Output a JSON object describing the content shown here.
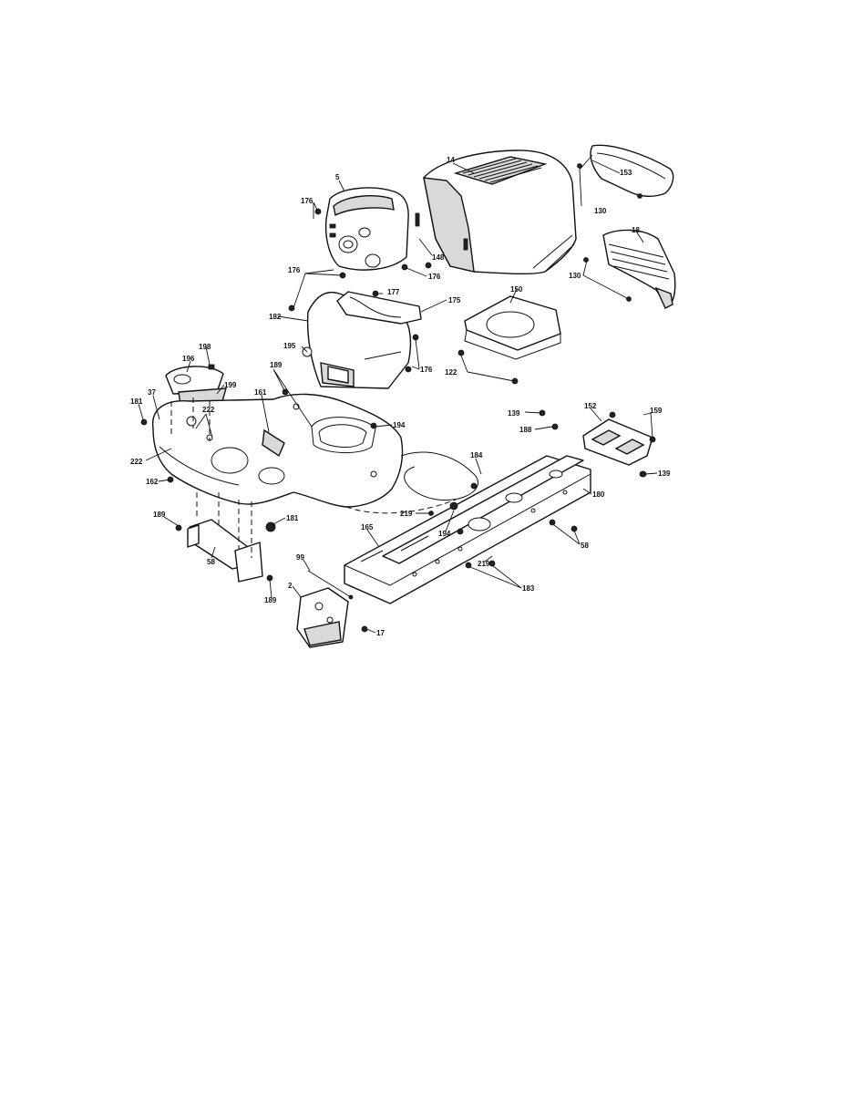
{
  "callouts": [
    {
      "id": "c5",
      "text": "5"
    },
    {
      "id": "c14",
      "text": "14"
    },
    {
      "id": "c153",
      "text": "153"
    },
    {
      "id": "c130a",
      "text": "130"
    },
    {
      "id": "c176a",
      "text": "176"
    },
    {
      "id": "c148",
      "text": "148"
    },
    {
      "id": "c176b",
      "text": "176"
    },
    {
      "id": "c18",
      "text": "18"
    },
    {
      "id": "c130b",
      "text": "130"
    },
    {
      "id": "c176c",
      "text": "176"
    },
    {
      "id": "c177",
      "text": "177"
    },
    {
      "id": "c175",
      "text": "175"
    },
    {
      "id": "c150",
      "text": "150"
    },
    {
      "id": "c182",
      "text": "182"
    },
    {
      "id": "c198",
      "text": "198"
    },
    {
      "id": "c196",
      "text": "196"
    },
    {
      "id": "c195",
      "text": "195"
    },
    {
      "id": "c176d",
      "text": "176"
    },
    {
      "id": "c122",
      "text": "122"
    },
    {
      "id": "c189a",
      "text": "189"
    },
    {
      "id": "c199",
      "text": "199"
    },
    {
      "id": "c37",
      "text": "37"
    },
    {
      "id": "c181a",
      "text": "181"
    },
    {
      "id": "c161",
      "text": "161"
    },
    {
      "id": "c222a",
      "text": "222"
    },
    {
      "id": "c194a",
      "text": "194"
    },
    {
      "id": "c139a",
      "text": "139"
    },
    {
      "id": "c152",
      "text": "152"
    },
    {
      "id": "c159",
      "text": "159"
    },
    {
      "id": "c188",
      "text": "188"
    },
    {
      "id": "c222b",
      "text": "222"
    },
    {
      "id": "c162",
      "text": "162"
    },
    {
      "id": "c184",
      "text": "184"
    },
    {
      "id": "c139b",
      "text": "139"
    },
    {
      "id": "c180",
      "text": "180"
    },
    {
      "id": "c219a",
      "text": "219"
    },
    {
      "id": "c181b",
      "text": "181"
    },
    {
      "id": "c189b",
      "text": "189"
    },
    {
      "id": "c165",
      "text": "165"
    },
    {
      "id": "c194b",
      "text": "194"
    },
    {
      "id": "c58a",
      "text": "58"
    },
    {
      "id": "c58b",
      "text": "58"
    },
    {
      "id": "c99",
      "text": "99"
    },
    {
      "id": "c219b",
      "text": "219"
    },
    {
      "id": "c183",
      "text": "183"
    },
    {
      "id": "c2",
      "text": "2"
    },
    {
      "id": "c189c",
      "text": "189"
    },
    {
      "id": "c17",
      "text": "17"
    }
  ]
}
